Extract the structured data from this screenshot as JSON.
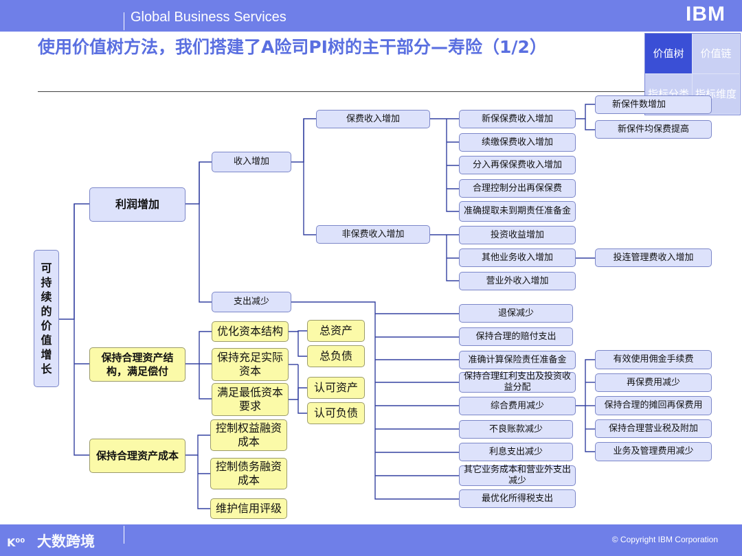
{
  "header": {
    "brand": "Global Business Services",
    "logo": "IBM"
  },
  "title": "使用价值树方法，我们搭建了A险司PI树的主干部分—寿险（1/2）",
  "puzzle": {
    "tl": "价值树",
    "tr": "价值链",
    "bl": "指标分类",
    "br": "指标维度"
  },
  "tree": {
    "root": "可持续的价值增长",
    "l1_profit": "利润增加",
    "l1_structure": "保持合理资产结构，满足偿付",
    "l1_cost": "保持合理资产成本",
    "income": "收入增加",
    "expense": "支出减少",
    "premium": "保费收入增加",
    "nonpremium": "非保费收入增加",
    "new_premium": "新保保费收入增加",
    "renew_premium": "续缴保费收入增加",
    "reins_in": "分入再保保费收入增加",
    "ceded": "合理控制分出再保保费",
    "reserve": "准确提取未到期责任准备金",
    "invest": "投资收益增加",
    "other_biz": "其他业务收入增加",
    "nonop": "营业外收入增加",
    "new_count": "新保件数增加",
    "new_avg": "新保件均保费提高",
    "ulink": "投连管理费收入增加",
    "optimize": "优化资本结构",
    "adequate": "保持充足实际资本",
    "minimum": "满足最低资本要求",
    "total_assets": "总资产",
    "total_liab": "总负债",
    "adm_assets": "认可资产",
    "adm_liab": "认可负债",
    "equity_cost": "控制权益融资成本",
    "debt_cost": "控制债务融资成本",
    "credit": "维护信用评级",
    "surrender": "退保减少",
    "claims": "保持合理的赔付支出",
    "liab_reserve": "准确计算保险责任准备金",
    "dividend": "保持合理红利支出及投资收益分配",
    "general_exp": "综合费用减少",
    "bad_debt": "不良账款减少",
    "interest": "利息支出减少",
    "other_cost": "其它业务成本和营业外支出减少",
    "income_tax": "最优化所得税支出",
    "commission": "有效使用佣金手续费",
    "reins_fee": "再保费用减少",
    "amortize": "保持合理的摊回再保费用",
    "biz_tax": "保持合理营业税及附加",
    "admin_fee": "业务及管理费用减少"
  },
  "footer": {
    "copyright": "© Copyright IBM Corporation",
    "watermark": "大数跨境",
    "watermark_logo": "K⁰⁰"
  },
  "colors": {
    "bar": "#6f7fe8",
    "box_blue": "#dde2fb",
    "box_yellow": "#fbfaa8",
    "title": "#5a6fe0"
  }
}
